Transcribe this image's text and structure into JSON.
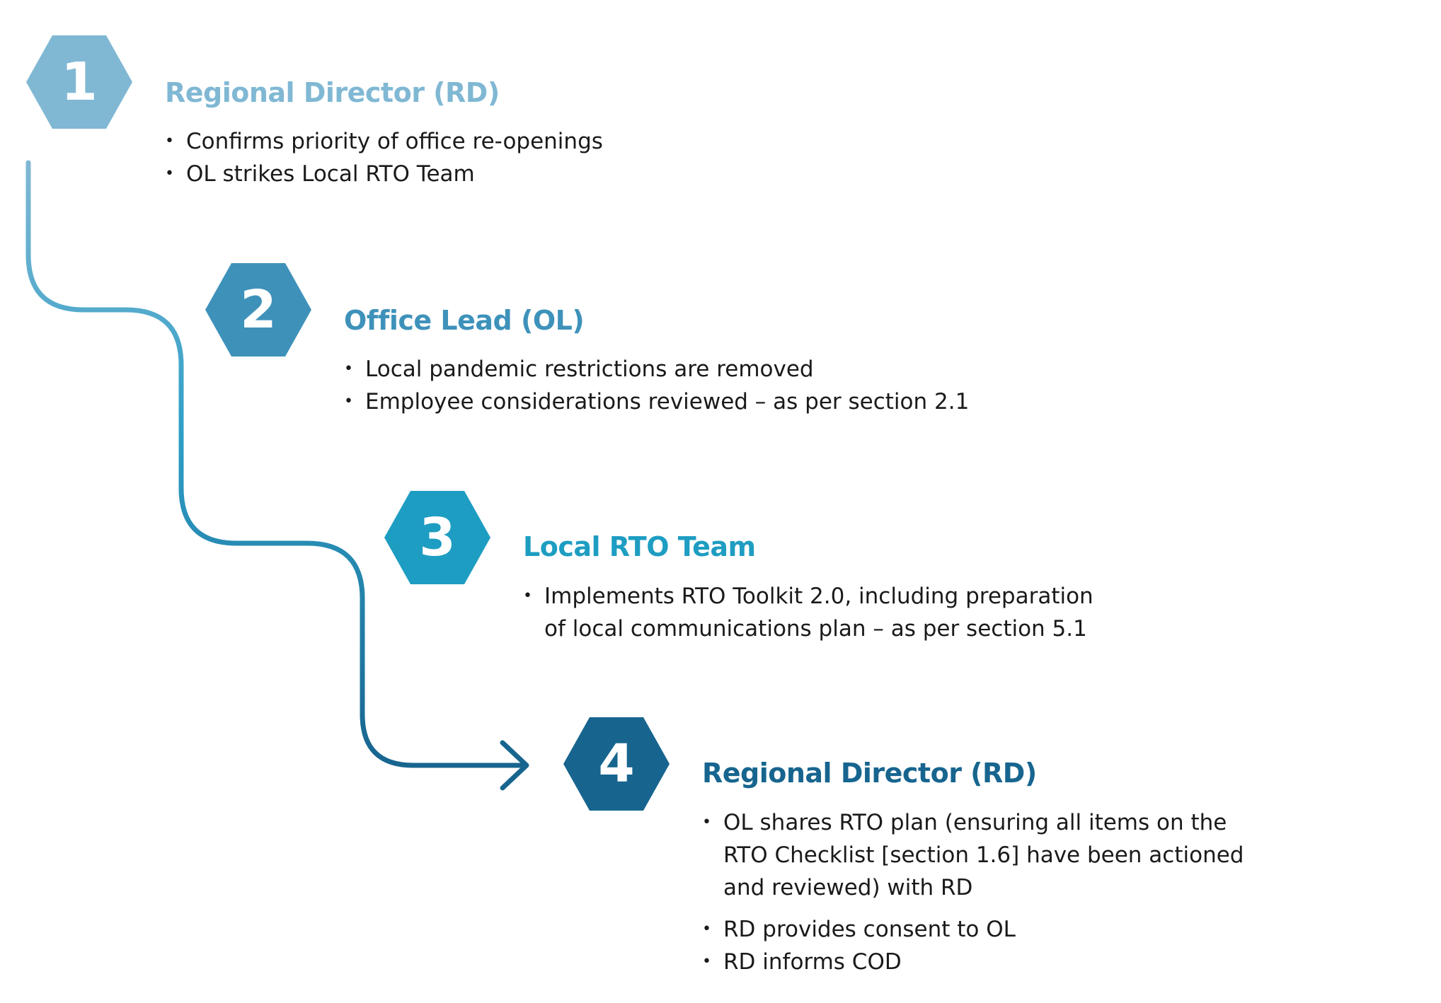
{
  "colors": {
    "step1": "#80b8d4",
    "step2": "#3e92ba",
    "step3": "#1e9dc2",
    "step4": "#17658f",
    "text": "#1a1a1a"
  },
  "connector": {
    "arrowhead": "arrow-right-icon"
  },
  "steps": [
    {
      "number": "1",
      "title": "Regional Director (RD)",
      "bullets": [
        "Confirms priority of office re-openings",
        "OL strikes Local RTO Team"
      ]
    },
    {
      "number": "2",
      "title": "Office Lead (OL)",
      "bullets": [
        "Local pandemic restrictions are removed",
        "Employee considerations reviewed – as per section 2.1"
      ]
    },
    {
      "number": "3",
      "title": "Local RTO Team",
      "bullets": [
        "Implements RTO Toolkit 2.0, including preparation\nof local communications plan – as per section 5.1"
      ]
    },
    {
      "number": "4",
      "title": "Regional Director (RD)",
      "bullets": [
        "OL shares RTO plan (ensuring all items on the\nRTO Checklist [section 1.6] have been actioned\nand reviewed) with RD",
        "RD provides consent to OL",
        "RD informs COD"
      ]
    }
  ]
}
